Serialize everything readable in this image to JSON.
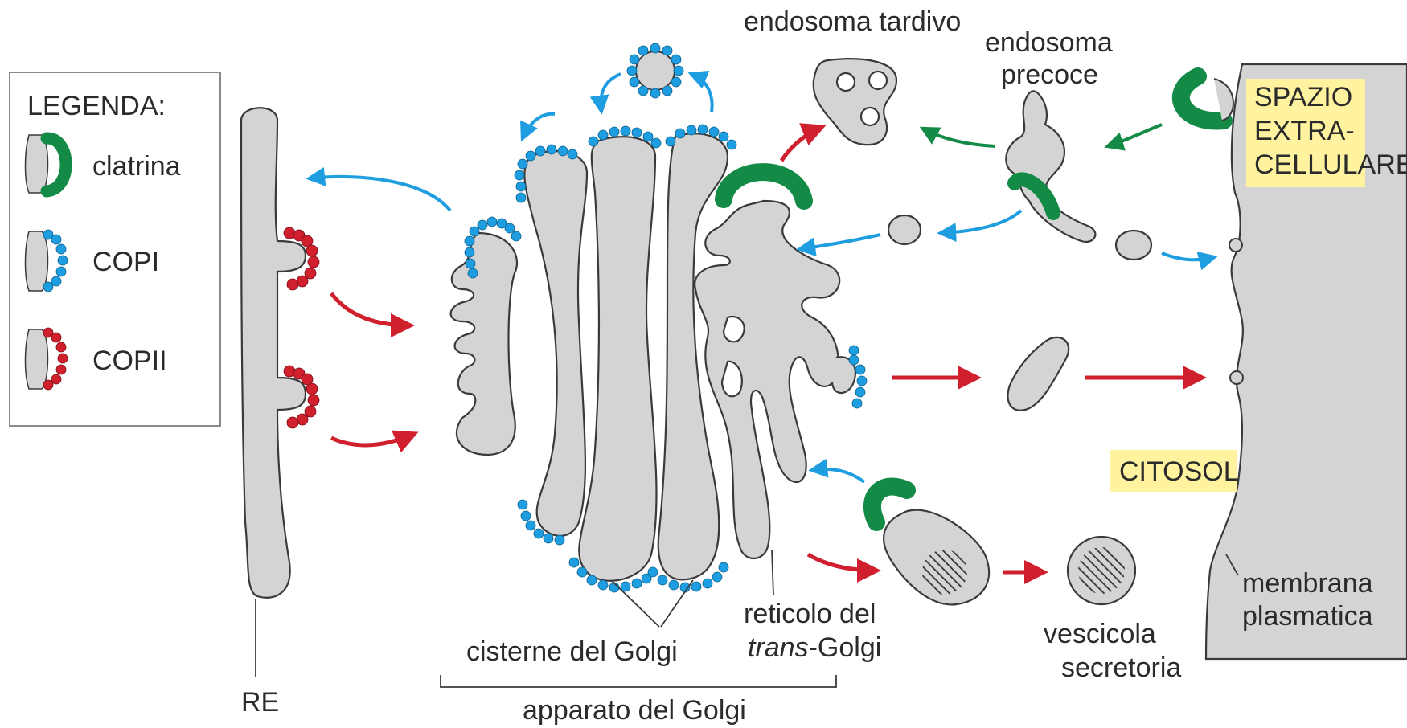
{
  "legend": {
    "title": "LEGENDA:",
    "items": [
      {
        "label": "clatrina",
        "color": "#138a45"
      },
      {
        "label": "COPI",
        "color": "#1e9ee0"
      },
      {
        "label": "COPII",
        "color": "#d0202e"
      }
    ]
  },
  "regions": {
    "extracellular": [
      "SPAZIO",
      "EXTRA-",
      "CELLULARE"
    ],
    "cytosol": "CITOSOL",
    "highlight_color": "#fff3a0"
  },
  "labels": {
    "er": "RE",
    "golgi_cisternae": "cisterne del Golgi",
    "golgi_apparatus": "apparato del Golgi",
    "tgn_line1": "reticolo del",
    "tgn_line2_italic": "trans",
    "tgn_line2_rest": "-Golgi",
    "late_endosome": "endosoma tardivo",
    "early_endosome_line1": "endosoma",
    "early_endosome_line2": "precoce",
    "secretory_vesicle_line1": "vescicola",
    "secretory_vesicle_line2": "secretoria",
    "plasma_membrane_line1": "membrana",
    "plasma_membrane_line2": "plasmatica"
  },
  "colors": {
    "clathrin": "#138a45",
    "copi": "#1e9ee0",
    "copii": "#d0202e",
    "membrane_fill": "#d4d4d4",
    "outline": "#3a3a3a"
  }
}
